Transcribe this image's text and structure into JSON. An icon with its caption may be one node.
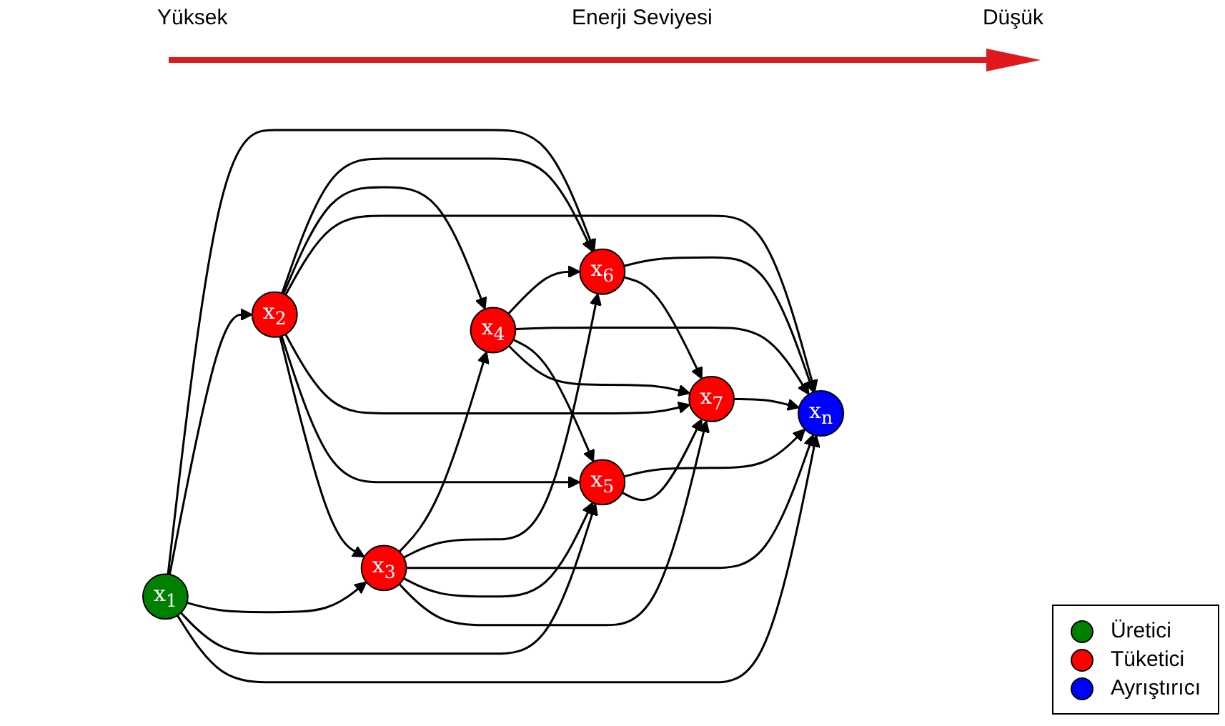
{
  "diagram": {
    "nodes": [
      {
        "text": [
          "x$_{1}$"
        ]
      },
      {
        "text": [
          "x$_{2}$"
        ]
      },
      {
        "text": [
          "x$_{3}$"
        ]
      },
      {
        "text": [
          "x$_{4}$"
        ]
      },
      {
        "text": [
          "x$_{5}$"
        ]
      },
      {
        "text": [
          "x$_{6}$"
        ]
      },
      {
        "text": [
          "x$_{7}$"
        ]
      },
      {
        "text": [
          "x$_{n}$"
        ]
      }
    ],
    "edges": [
      {
        "from": 0,
        "to": 5,
        "arrow": "to"
      },
      {
        "from": 0,
        "to": 1,
        "arrow": "to"
      },
      {
        "from": 0,
        "to": 2,
        "arrow": "to"
      },
      {
        "from": 0,
        "to": 4,
        "arrow": "to"
      },
      {
        "from": 0,
        "to": 7,
        "arrow": "to"
      },
      {
        "from": 1,
        "to": 5,
        "arrow": "to"
      },
      {
        "from": 1,
        "to": 3,
        "arrow": "to"
      },
      {
        "from": 1,
        "to": 7,
        "arrow": "to"
      },
      {
        "from": 1,
        "to": 6,
        "arrow": "to"
      },
      {
        "from": 1,
        "to": 4,
        "arrow": "to"
      },
      {
        "from": 1,
        "to": 2,
        "arrow": "to"
      },
      {
        "from": 2,
        "to": 3,
        "arrow": "to"
      },
      {
        "from": 2,
        "to": 5,
        "arrow": "to"
      },
      {
        "from": 2,
        "to": 7,
        "arrow": "to"
      },
      {
        "from": 2,
        "to": 4,
        "arrow": "to"
      },
      {
        "from": 2,
        "to": 6,
        "arrow": "to"
      },
      {
        "from": 3,
        "to": 5,
        "arrow": "to"
      },
      {
        "from": 3,
        "to": 7,
        "arrow": "to"
      },
      {
        "from": 3,
        "to": 4,
        "arrow": "to"
      },
      {
        "from": 3,
        "to": 6,
        "arrow": "to"
      },
      {
        "from": 4,
        "to": 7,
        "arrow": "to"
      },
      {
        "from": 4,
        "to": 6,
        "arrow": "to"
      },
      {
        "from": 5,
        "to": 7,
        "arrow": "to"
      },
      {
        "from": 5,
        "to": 6,
        "arrow": "to"
      },
      {
        "from": 6,
        "to": 7,
        "arrow": "to"
      }
    ],
    "labels": [
      "Yüksek",
      "Enerji Seviyesi",
      "Düşük"
    ],
    "legend": [
      {
        "text": "Üretici",
        "color": "#008000"
      },
      {
        "text": "Tüketici",
        "color": "#ff0000"
      },
      {
        "text": "Ayrıştırıcı",
        "color": "#0000ff"
      }
    ]
  }
}
